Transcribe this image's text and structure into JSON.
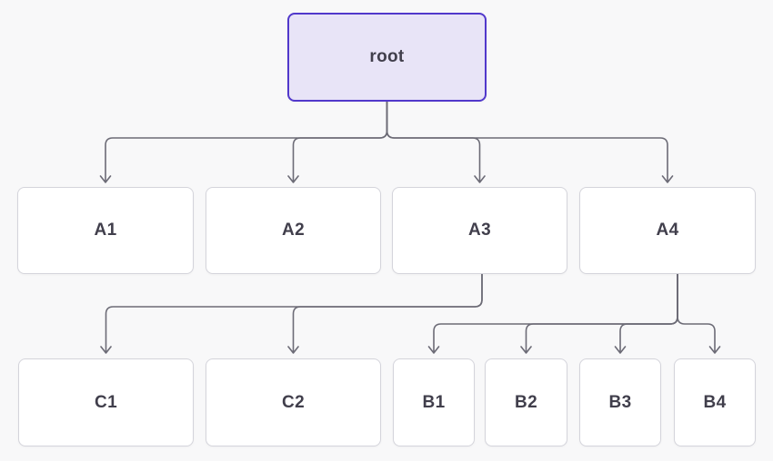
{
  "diagram": {
    "type": "tree",
    "background_color": "#f8f8f9",
    "edge_color": "#6c6b76",
    "node_fill": "#ffffff",
    "node_border_color": "#d4d4db",
    "node_text_color": "#413f4c",
    "root_fill": "#e8e4f7",
    "root_border_color": "#5138cb",
    "nodes": {
      "root": {
        "label": "root"
      },
      "a1": {
        "label": "A1"
      },
      "a2": {
        "label": "A2"
      },
      "a3": {
        "label": "A3"
      },
      "a4": {
        "label": "A4"
      },
      "c1": {
        "label": "C1"
      },
      "c2": {
        "label": "C2"
      },
      "b1": {
        "label": "B1"
      },
      "b2": {
        "label": "B2"
      },
      "b3": {
        "label": "B3"
      },
      "b4": {
        "label": "B4"
      }
    },
    "edges": [
      {
        "from": "root",
        "to": "A1"
      },
      {
        "from": "root",
        "to": "A2"
      },
      {
        "from": "root",
        "to": "A3"
      },
      {
        "from": "root",
        "to": "A4"
      },
      {
        "from": "A3",
        "to": "C1"
      },
      {
        "from": "A3",
        "to": "C2"
      },
      {
        "from": "A4",
        "to": "B1"
      },
      {
        "from": "A4",
        "to": "B2"
      },
      {
        "from": "A4",
        "to": "B3"
      },
      {
        "from": "A4",
        "to": "B4"
      }
    ]
  }
}
